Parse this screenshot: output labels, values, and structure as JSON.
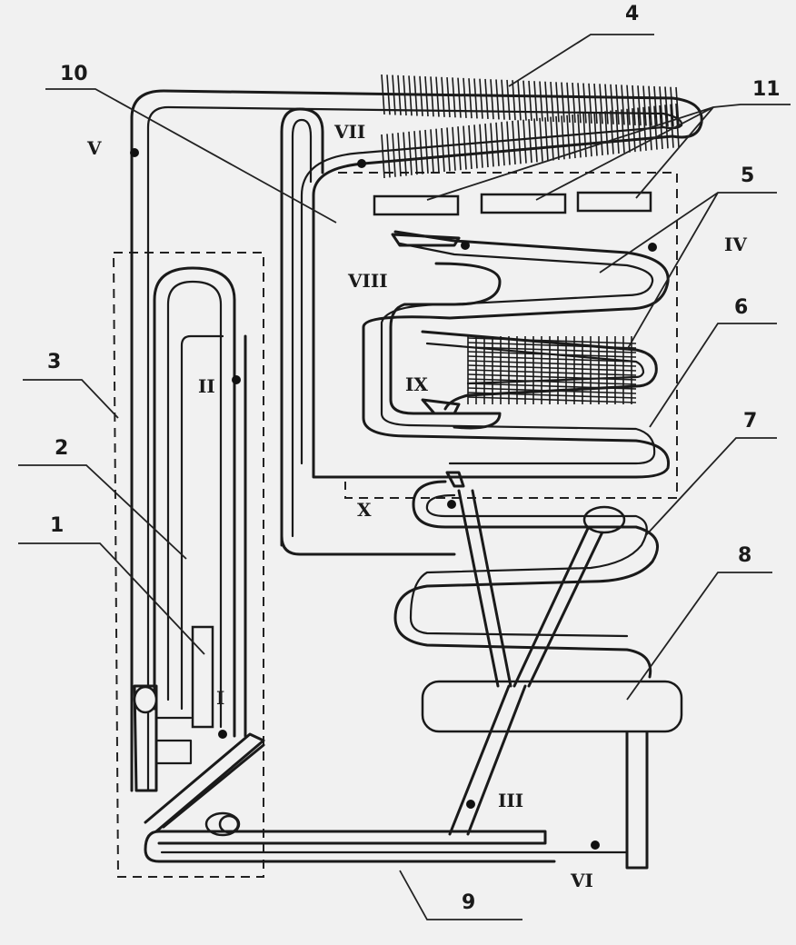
{
  "labels": {
    "numbers": [
      "1",
      "2",
      "3",
      "4",
      "5",
      "6",
      "7",
      "8",
      "9",
      "10",
      "11"
    ],
    "romans": [
      "I",
      "II",
      "III",
      "IV",
      "V",
      "VI",
      "VII",
      "VIII",
      "IX",
      "X"
    ]
  },
  "colors": {
    "ink": "#1a1a1a",
    "paper": "#f1f1f1"
  }
}
